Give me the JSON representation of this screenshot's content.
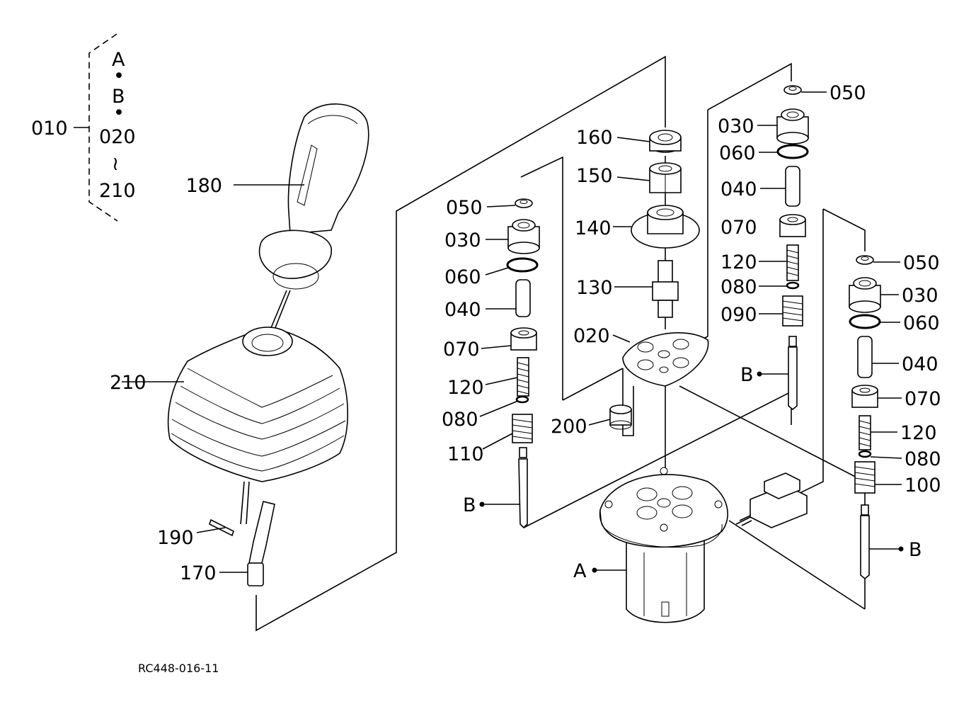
{
  "diagram_code": "RC448-016-11",
  "bracket": {
    "main": "010",
    "lines": [
      "A",
      "B",
      "020",
      "210"
    ],
    "dot": "•",
    "tilde": "≀"
  },
  "callouts": {
    "p180": "180",
    "p210": "210",
    "p190": "190",
    "p170": "170",
    "p160": "160",
    "p150": "150",
    "p140": "140",
    "p130": "130",
    "p020": "020",
    "p200": "200",
    "l050": "050",
    "l030": "030",
    "l060": "060",
    "l040": "040",
    "l070": "070",
    "l120": "120",
    "l080": "080",
    "l110": "110",
    "lB": "B",
    "r050": "050",
    "r030": "030",
    "r060": "060",
    "r040": "040",
    "r070": "070",
    "r120": "120",
    "r080": "080",
    "r090": "090",
    "rB": "B",
    "f050": "050",
    "f030": "030",
    "f060": "060",
    "f040": "040",
    "f070": "070",
    "f120": "120",
    "f080": "080",
    "f100": "100",
    "fB": "B",
    "bodyA": "A"
  }
}
